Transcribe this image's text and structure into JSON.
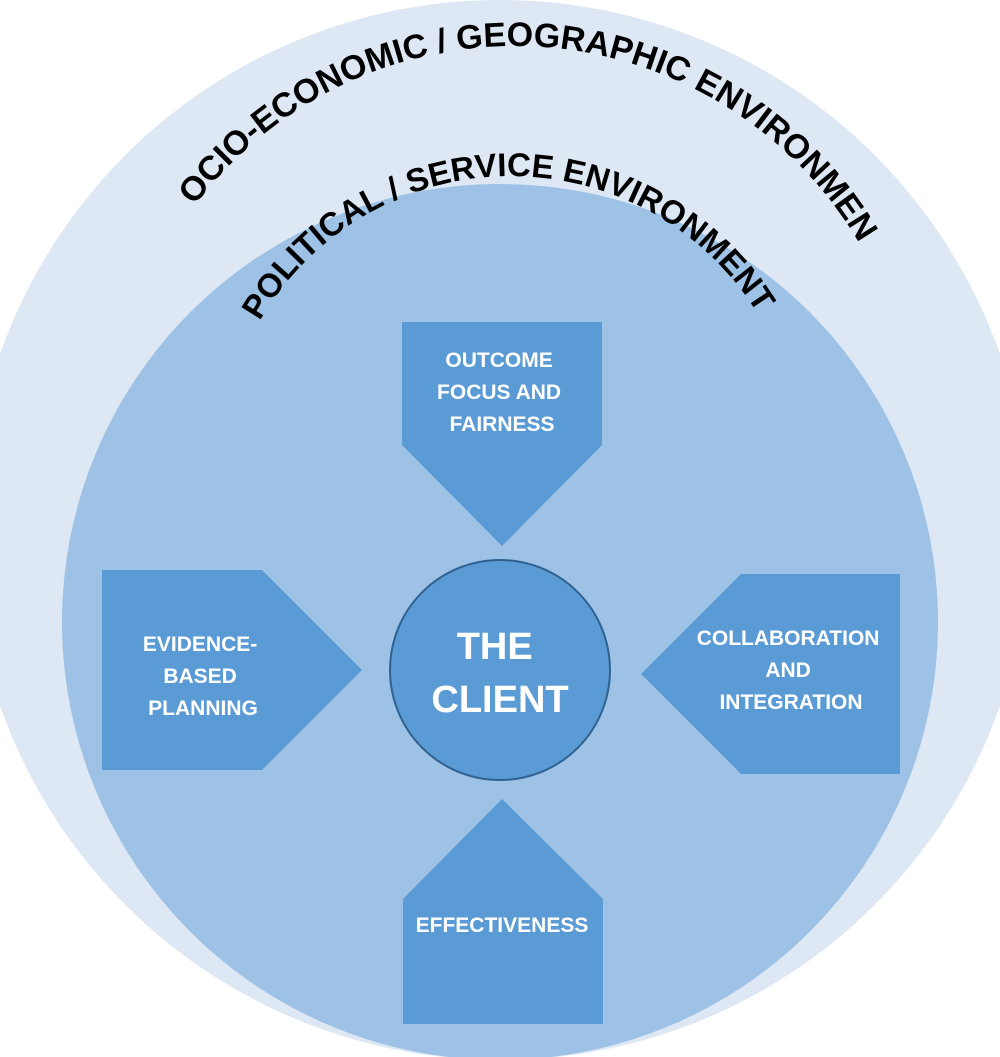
{
  "outer_ring": {
    "label": "SOCIO-ECONOMIC / GEOGRAPHIC ENVIRONMENT"
  },
  "inner_ring": {
    "label": "POLITICAL / SERVICE ENVIRONMENT"
  },
  "center": {
    "lines": [
      "THE",
      "CLIENT"
    ]
  },
  "arrows": {
    "top": {
      "lines": [
        "OUTCOME",
        "FOCUS AND",
        "FAIRNESS"
      ]
    },
    "left": {
      "lines": [
        "EVIDENCE-",
        "BASED",
        "PLANNING"
      ]
    },
    "right": {
      "lines": [
        "COLLABORATION",
        "AND",
        "INTEGRATION"
      ]
    },
    "bottom": {
      "lines": [
        "EFFECTIVENESS"
      ]
    }
  },
  "colors": {
    "outer_ring": "#dde8f4",
    "inner_ring": "#9dc2e6",
    "arrow_fill": "#5b9bd5",
    "center_fill": "#5b9bd5",
    "center_stroke": "#2f6190",
    "ring_text": "#000000",
    "shape_text": "#ffffff"
  }
}
